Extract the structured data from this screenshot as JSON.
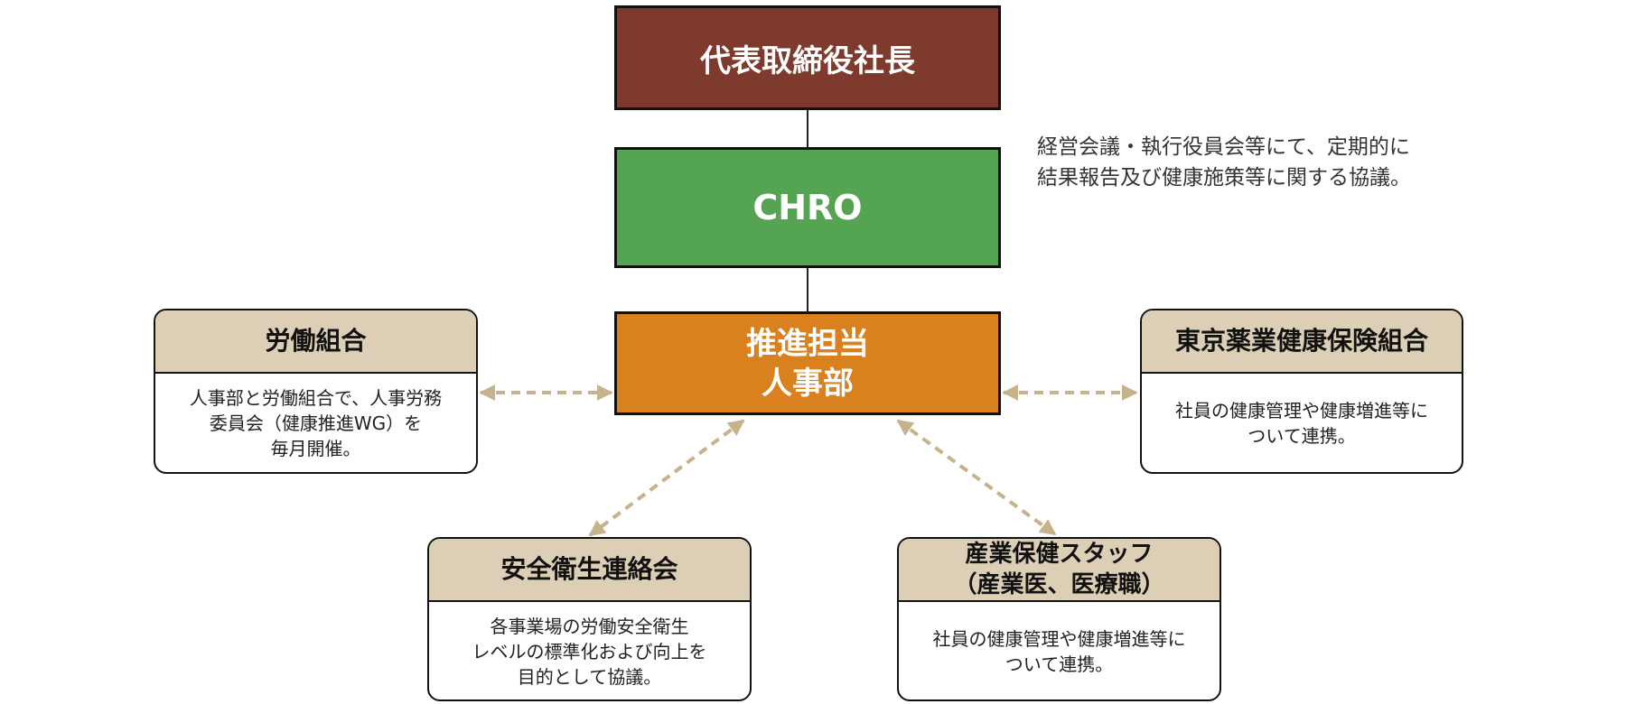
{
  "colors": {
    "ceo": "#7f3a2e",
    "chro": "#54a453",
    "hr": "#d9801f",
    "partner_header": "#ddcfb5",
    "connector_dashed": "#c6b38c",
    "connector_solid": "#222222"
  },
  "nodes": {
    "ceo": {
      "label": "代表取締役社長"
    },
    "chro": {
      "label": "CHRO"
    },
    "hr": {
      "label_line1": "推進担当",
      "label_line2": "人事部"
    }
  },
  "note": {
    "text": "経営会議・執行役員会等にて、定期的に\n結果報告及び健康施策等に関する協議。"
  },
  "partners": {
    "union": {
      "title": "労働組合",
      "body": "人事部と労働組合で、人事労務\n委員会（健康推進WG）を\n毎月開催。"
    },
    "insurance": {
      "title": "東京薬業健康保険組合",
      "body": "社員の健康管理や健康増進等に\nついて連携。"
    },
    "safety": {
      "title": "安全衛生連絡会",
      "body": "各事業場の労働安全衛生\nレベルの標準化および向上を\n目的として協議。"
    },
    "health": {
      "title": "産業保健スタッフ\n（産業医、医療職）",
      "body": "社員の健康管理や健康増進等に\nついて連携。"
    }
  }
}
